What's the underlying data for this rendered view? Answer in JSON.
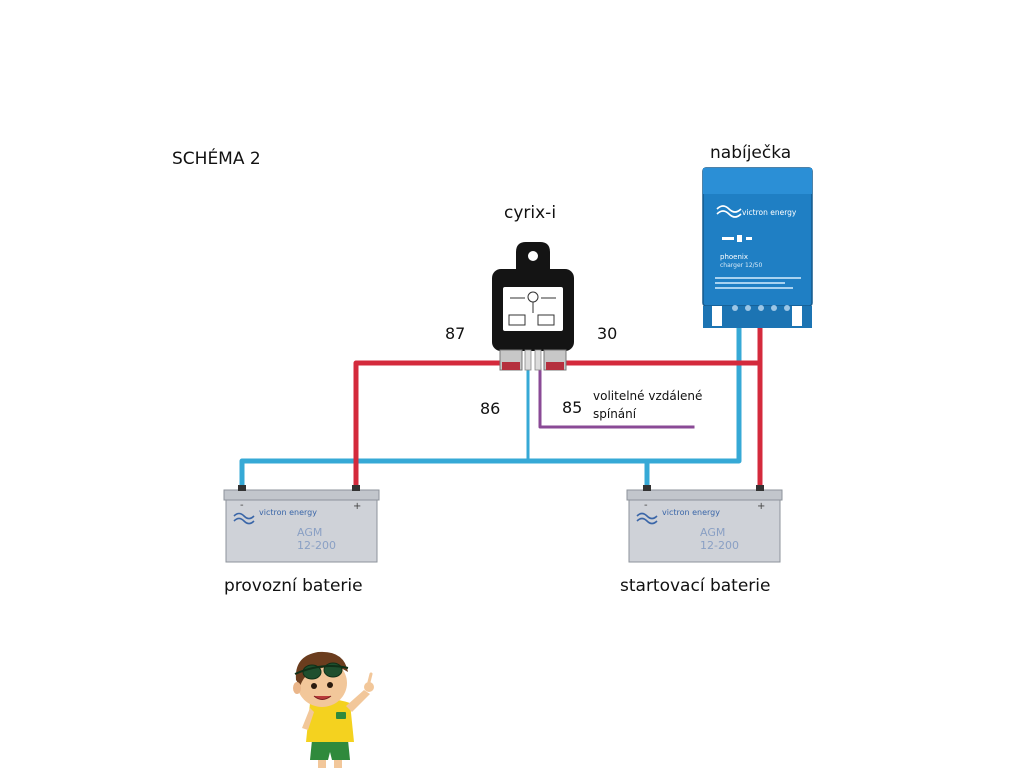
{
  "title": "SCHÉMA 2",
  "charger": {
    "label": "nabíječka",
    "brand": "victron energy",
    "model_line1": "phoenix",
    "model_line2": "charger 12/50"
  },
  "relay": {
    "label": "cyrix-i",
    "terminal_87": "87",
    "terminal_30": "30",
    "terminal_86": "86",
    "terminal_85": "85"
  },
  "remote_switch": {
    "line1": "volitelné vzdálené",
    "line2": "spínání"
  },
  "battery_left": {
    "label": "provozní baterie",
    "brand": "victron energy",
    "type": "AGM",
    "spec": "12-200",
    "minus": "-",
    "plus": "+"
  },
  "battery_right": {
    "label": "startovací baterie",
    "brand": "victron energy",
    "type": "AGM",
    "spec": "12-200",
    "minus": "-",
    "plus": "+"
  },
  "colors": {
    "positive_wire": "#d42a3c",
    "negative_wire": "#36a9d6",
    "remote_wire": "#8a4a96",
    "charger_body": "#1f7fc4",
    "battery_body": "#cfd2d8"
  }
}
